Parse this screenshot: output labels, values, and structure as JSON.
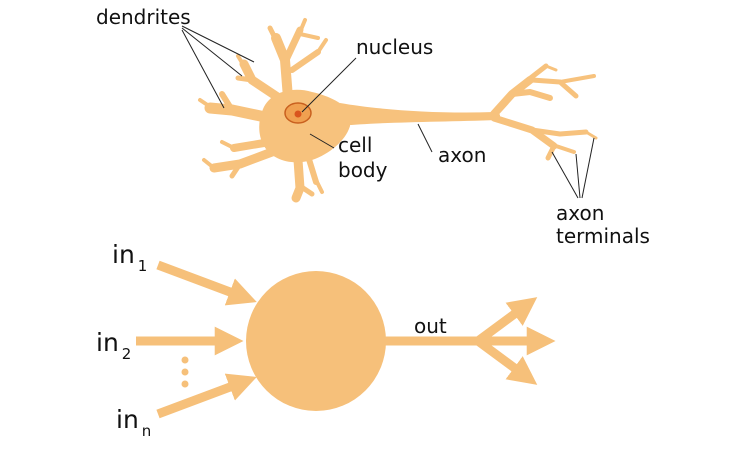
{
  "colors": {
    "body": "#f7c27d",
    "outline": "#dba060",
    "nucleus_fill": "#f0a050",
    "nucleus_core": "#d9541e",
    "artificial": "#f6c07a",
    "leader": "#222222"
  },
  "biological_neuron": {
    "labels": {
      "dendrites": "dendrites",
      "nucleus": "nucleus",
      "cell_body_line1": "cell",
      "cell_body_line2": "body",
      "axon": "axon",
      "axon_terminals_line1": "axon",
      "axon_terminals_line2": "terminals"
    }
  },
  "artificial_neuron": {
    "inputs": [
      {
        "base": "in",
        "sub": "1"
      },
      {
        "base": "in",
        "sub": "2"
      },
      {
        "base": "in",
        "sub": "n"
      }
    ],
    "output_label": "out",
    "ellipsis_icon": "vertical-dots"
  }
}
